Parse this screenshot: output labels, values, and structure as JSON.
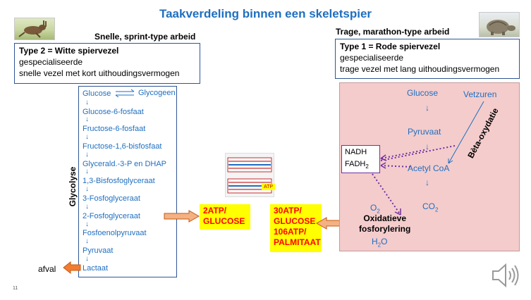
{
  "title": "Taakverdeling binnen een skeletspier",
  "left": {
    "heading": "Snelle, sprint-type arbeid",
    "type_title": "Type 2 = Witte spiervezel",
    "type_line1": "gespecialiseerde",
    "type_line2": "snelle vezel met kort uithoudingsvermogen",
    "glycolysis_label": "Glycolyse",
    "glycogen": "Glycogeen",
    "steps": [
      "Glucose",
      "Glucose-6-fosfaat",
      "Fructose-6-fosfaat",
      "Fructose-1,6-bisfosfaat",
      "Glycerald.-3-P en DHAP",
      "1,3-Bisfosfoglyceraat",
      "3-Fosfoglyceraat",
      "2-Fosfoglyceraat",
      "Fosfoenolpyruvaat",
      "Pyruvaat",
      "Lactaat"
    ],
    "waste": "afval",
    "atp_line1": "2ATP/",
    "atp_line2": "GLUCOSE"
  },
  "right": {
    "heading": "Trage, marathon-type arbeid",
    "type_title": "Type 1 = Rode spiervezel",
    "type_line1": "gespecialiseerde",
    "type_line2": "trage vezel met lang uithoudingsvermogen",
    "glucose": "Glucose",
    "fatty_acids": "Vetzuren",
    "pyruvate": "Pyruvaat",
    "beta_oxidation": "Bèta-oxydatie",
    "acetyl_coa": "Acetyl CoA",
    "co2": "CO",
    "co2_sub": "2",
    "nadh": "NADH",
    "fadh": "FADH",
    "fadh_sub": "2",
    "o2": "O",
    "o2_sub": "2",
    "oxphos_line1": "Oxidatieve",
    "oxphos_line2": "fosforylering",
    "h2o_h": "H",
    "h2o_sub": "2",
    "h2o_o": "O",
    "atp_line1": "30ATP/",
    "atp_line2": "GLUCOSE",
    "atp_line3": "106ATP/",
    "atp_line4": "PALMITAAT"
  },
  "center": {
    "atp_label": "ATP"
  },
  "page_number": "11",
  "colors": {
    "title": "#1f6fc0",
    "pathway": "#1f6fc0",
    "highlight": "#ffff00",
    "atp_text": "#ff0000",
    "mito_bg": "#f4cccc",
    "electron_arrows": "#7030a0",
    "transfer_arrow": "#f4b183"
  }
}
